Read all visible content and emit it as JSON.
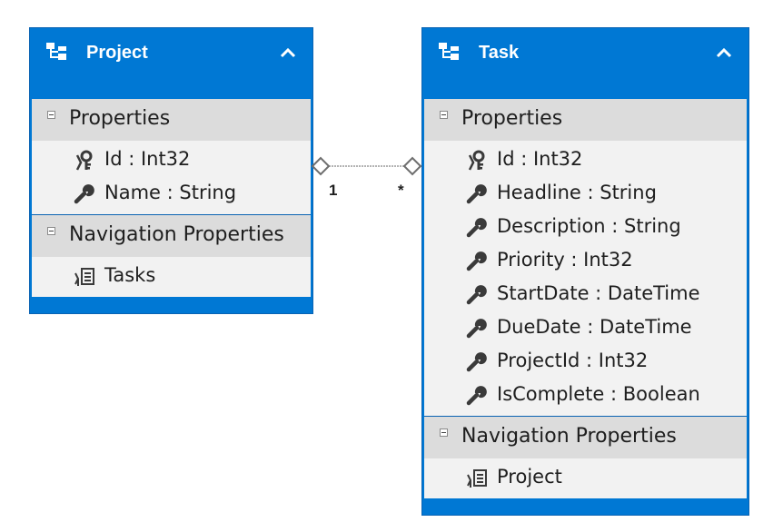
{
  "entities": [
    {
      "id": "project",
      "name": "Project",
      "sections": [
        {
          "title": "Properties",
          "items": [
            {
              "label": "Id : Int32",
              "icon": "key-icon"
            },
            {
              "label": "Name : String",
              "icon": "wrench-icon"
            }
          ]
        },
        {
          "title": "Navigation Properties",
          "items": [
            {
              "label": "Tasks",
              "icon": "navigation-property-icon"
            }
          ]
        }
      ]
    },
    {
      "id": "task",
      "name": "Task",
      "sections": [
        {
          "title": "Properties",
          "items": [
            {
              "label": "Id : Int32",
              "icon": "key-icon"
            },
            {
              "label": "Headline : String",
              "icon": "wrench-icon"
            },
            {
              "label": "Description : String",
              "icon": "wrench-icon"
            },
            {
              "label": "Priority : Int32",
              "icon": "wrench-icon"
            },
            {
              "label": "StartDate : DateTime",
              "icon": "wrench-icon"
            },
            {
              "label": "DueDate : DateTime",
              "icon": "wrench-icon"
            },
            {
              "label": "ProjectId : Int32",
              "icon": "wrench-icon"
            },
            {
              "label": "IsComplete : Boolean",
              "icon": "wrench-icon"
            }
          ]
        },
        {
          "title": "Navigation Properties",
          "items": [
            {
              "label": "Project",
              "icon": "navigation-property-icon"
            }
          ]
        }
      ]
    }
  ],
  "association": {
    "from_multiplicity": "1",
    "to_multiplicity": "*"
  },
  "colors": {
    "header": "#0078d4",
    "section_header": "#dcdcdc",
    "section_body": "#f2f2f2",
    "connector": "#9a9a9a"
  }
}
